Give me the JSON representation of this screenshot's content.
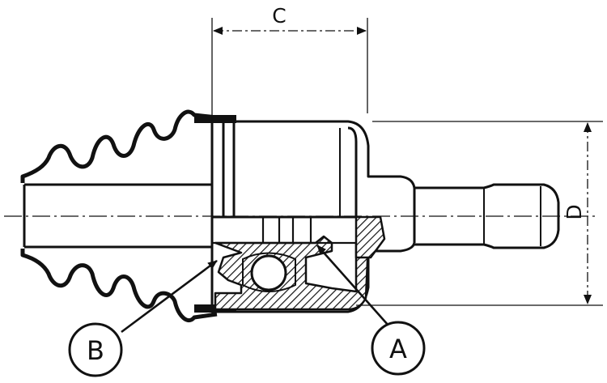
{
  "labels": {
    "c": "C",
    "d": "D",
    "a": "A",
    "b": "B"
  },
  "colors": {
    "ink": "#111111",
    "paper": "#ffffff"
  }
}
